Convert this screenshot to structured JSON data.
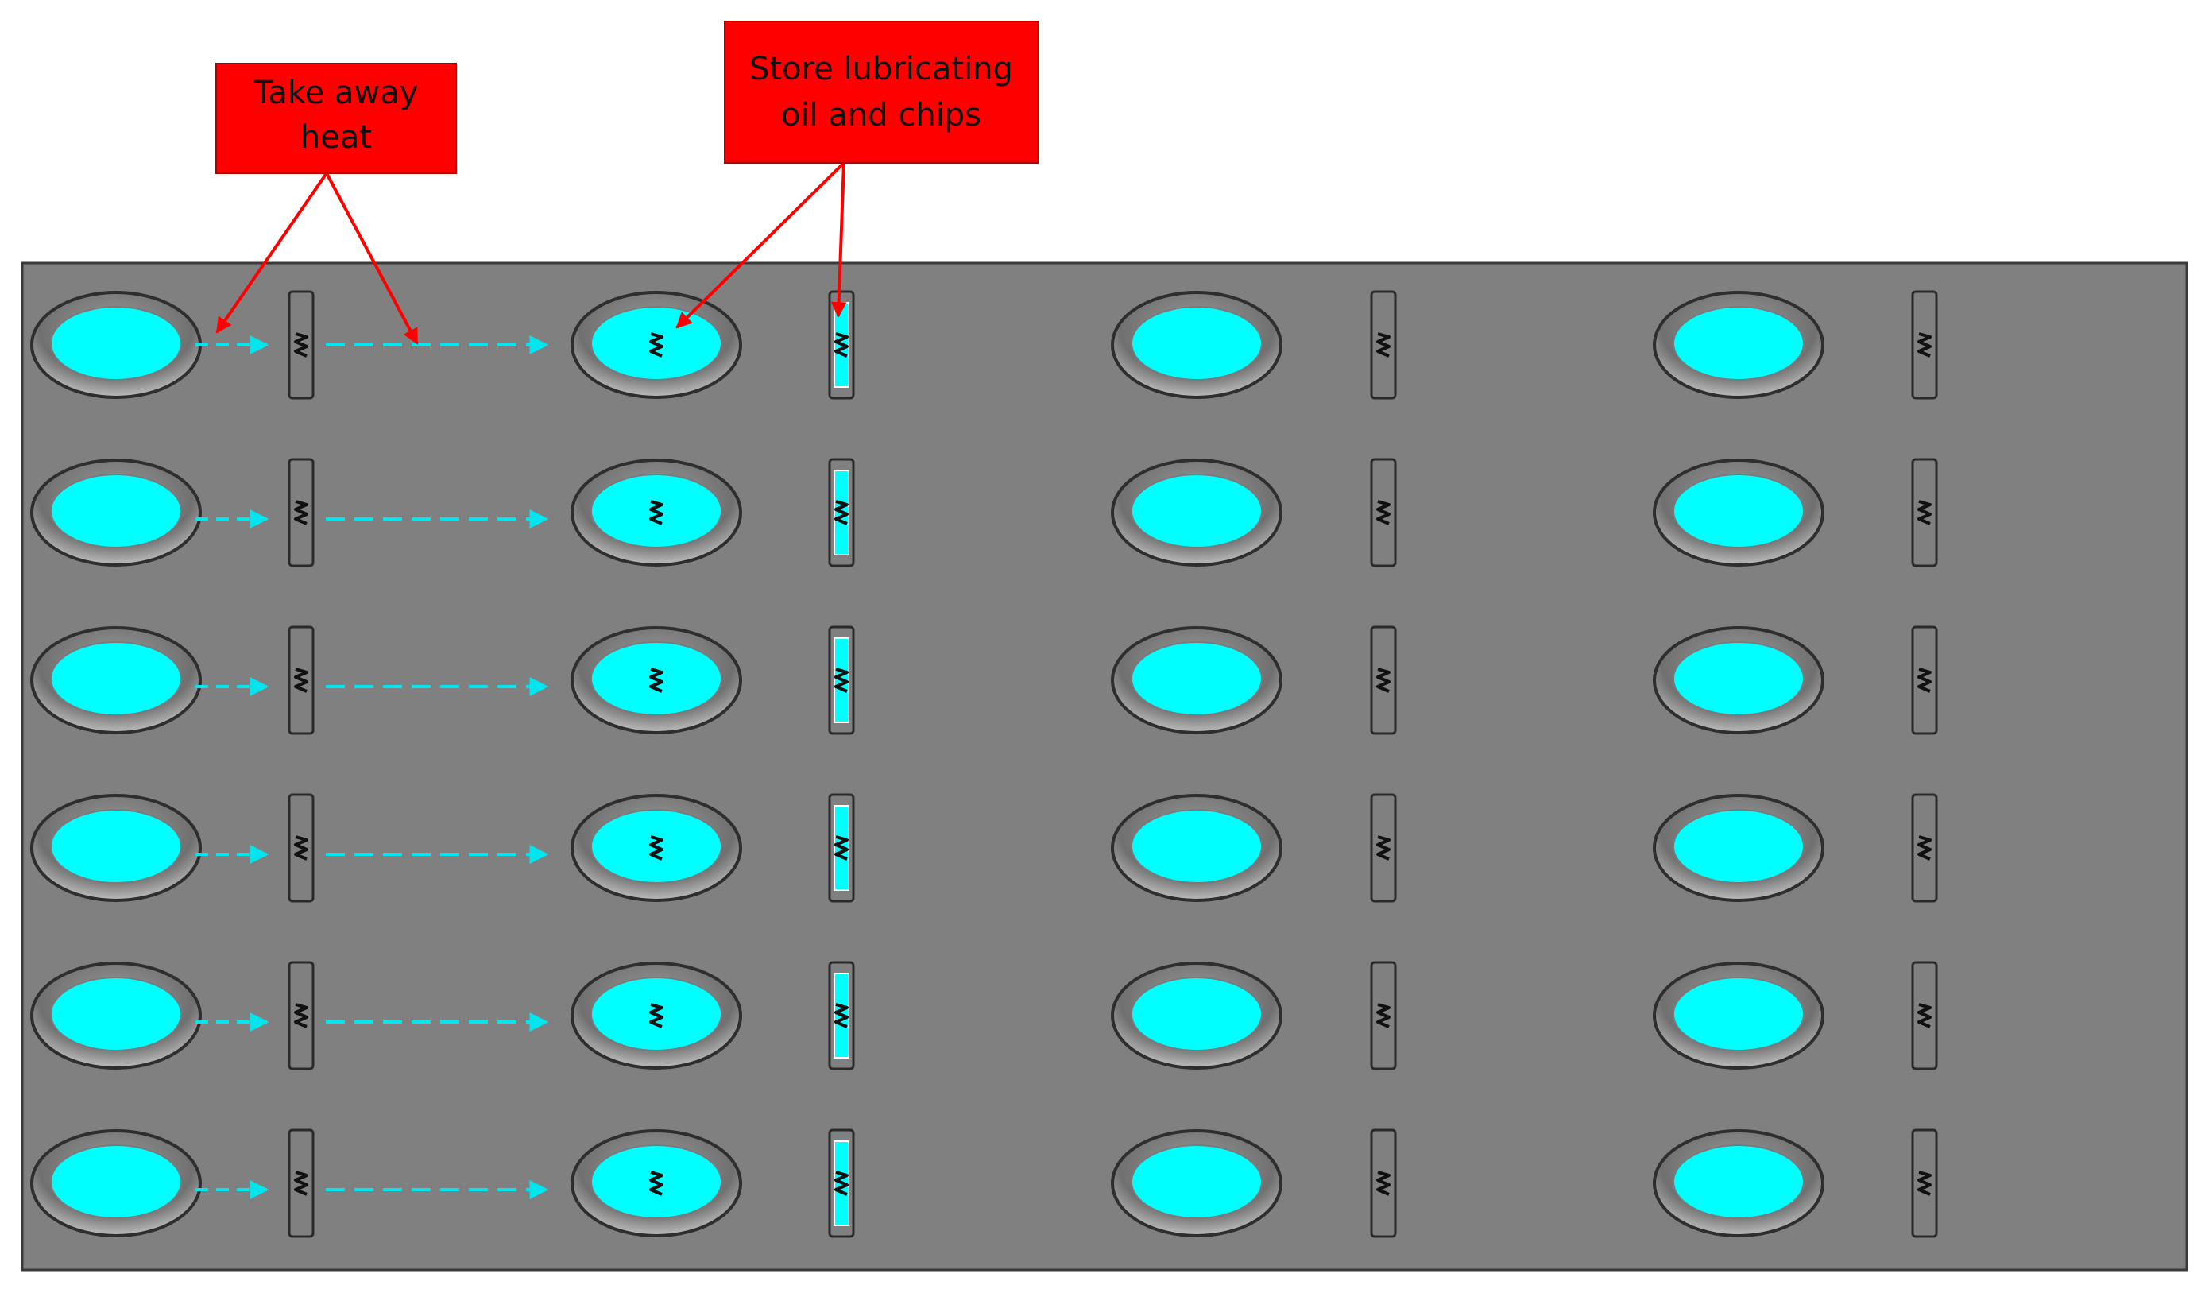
{
  "callouts": [
    {
      "id": "heat",
      "lines": [
        "Take away",
        "heat"
      ]
    },
    {
      "id": "store",
      "lines": [
        "Store lubricating",
        "oil and chips"
      ]
    }
  ],
  "grid": {
    "rows": 6,
    "columns": 4,
    "filled_slot_column": 2,
    "flow_arrow_rows": "all",
    "flow_arrows_between_columns": [
      1,
      2
    ]
  },
  "colors": {
    "plate": "#808080",
    "plate_border": "#3a3a3a",
    "pocket_fill": "#00ffff",
    "flow_arrow": "#00e5ee",
    "callout_fill": "#ff0000",
    "callout_border": "#b00000",
    "pointer": "#ff0000",
    "slot_fill": "#808080",
    "coil": "#111111"
  },
  "icons": {
    "pocket": "elliptical-dimple-icon",
    "slot": "groove-slot-icon",
    "chip": "coil-chip-icon"
  }
}
